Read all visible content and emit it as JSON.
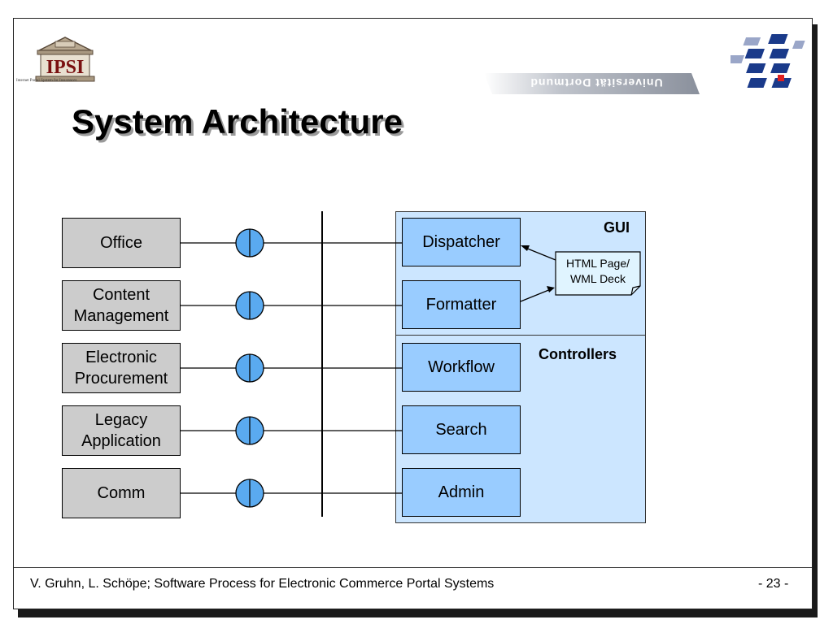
{
  "header": {
    "logo_text": "IPSI",
    "logo_caption": "Internet Portal System for Insurances",
    "university": "Universität Dortmund"
  },
  "slide": {
    "title": "System Architecture"
  },
  "diagram": {
    "external_systems": [
      {
        "label": "Office"
      },
      {
        "label": "Content Management"
      },
      {
        "label": "Electronic Procurement"
      },
      {
        "label": "Legacy Application"
      },
      {
        "label": "Comm"
      }
    ],
    "gui_label": "GUI",
    "controllers_label": "Controllers",
    "components": [
      {
        "label": "Dispatcher"
      },
      {
        "label": "Formatter"
      },
      {
        "label": "Workflow"
      },
      {
        "label": "Search"
      },
      {
        "label": "Admin"
      }
    ],
    "note": {
      "line1": "HTML Page/",
      "line2": "WML Deck"
    }
  },
  "footer": {
    "authors": "V. Gruhn, L. Schöpe; Software Process for Electronic Commerce Portal Systems",
    "page": "- 23 -"
  }
}
